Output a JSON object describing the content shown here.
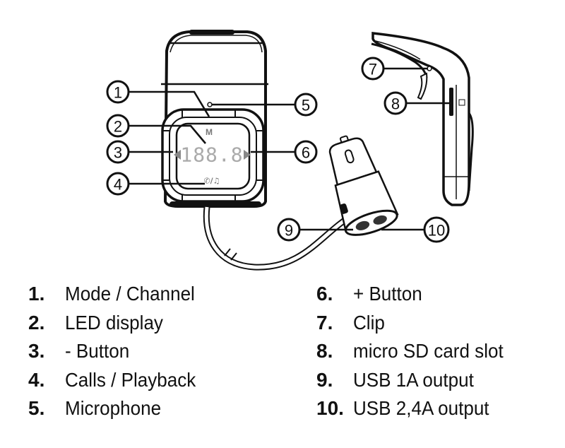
{
  "diagram": {
    "device_display": {
      "mode_symbol": "M",
      "led_readout": "188.8",
      "call_music_symbol": "✆/♫"
    },
    "callouts": [
      {
        "number": "1",
        "target": "Mode / Channel"
      },
      {
        "number": "2",
        "target": "LED display"
      },
      {
        "number": "3",
        "target": "- Button"
      },
      {
        "number": "4",
        "target": "Calls / Playback"
      },
      {
        "number": "5",
        "target": "Microphone"
      },
      {
        "number": "6",
        "target": "+ Button"
      },
      {
        "number": "7",
        "target": "Clip"
      },
      {
        "number": "8",
        "target": "micro SD card slot"
      },
      {
        "number": "9",
        "target": "USB 1A output"
      },
      {
        "number": "10",
        "target": "USB 2,4A output"
      }
    ]
  },
  "legend": {
    "left": [
      {
        "num": "1.",
        "label": "Mode / Channel"
      },
      {
        "num": "2.",
        "label": "LED display"
      },
      {
        "num": "3.",
        "label": "- Button"
      },
      {
        "num": "4.",
        "label": "Calls / Playback"
      },
      {
        "num": "5.",
        "label": "Microphone"
      }
    ],
    "right": [
      {
        "num": "6.",
        "label": "+ Button"
      },
      {
        "num": "7.",
        "label": "Clip"
      },
      {
        "num": "8.",
        "label": "micro SD card slot"
      },
      {
        "num": "9.",
        "label": "USB 1A output"
      },
      {
        "num": "10.",
        "label": "USB 2,4A output"
      }
    ]
  }
}
